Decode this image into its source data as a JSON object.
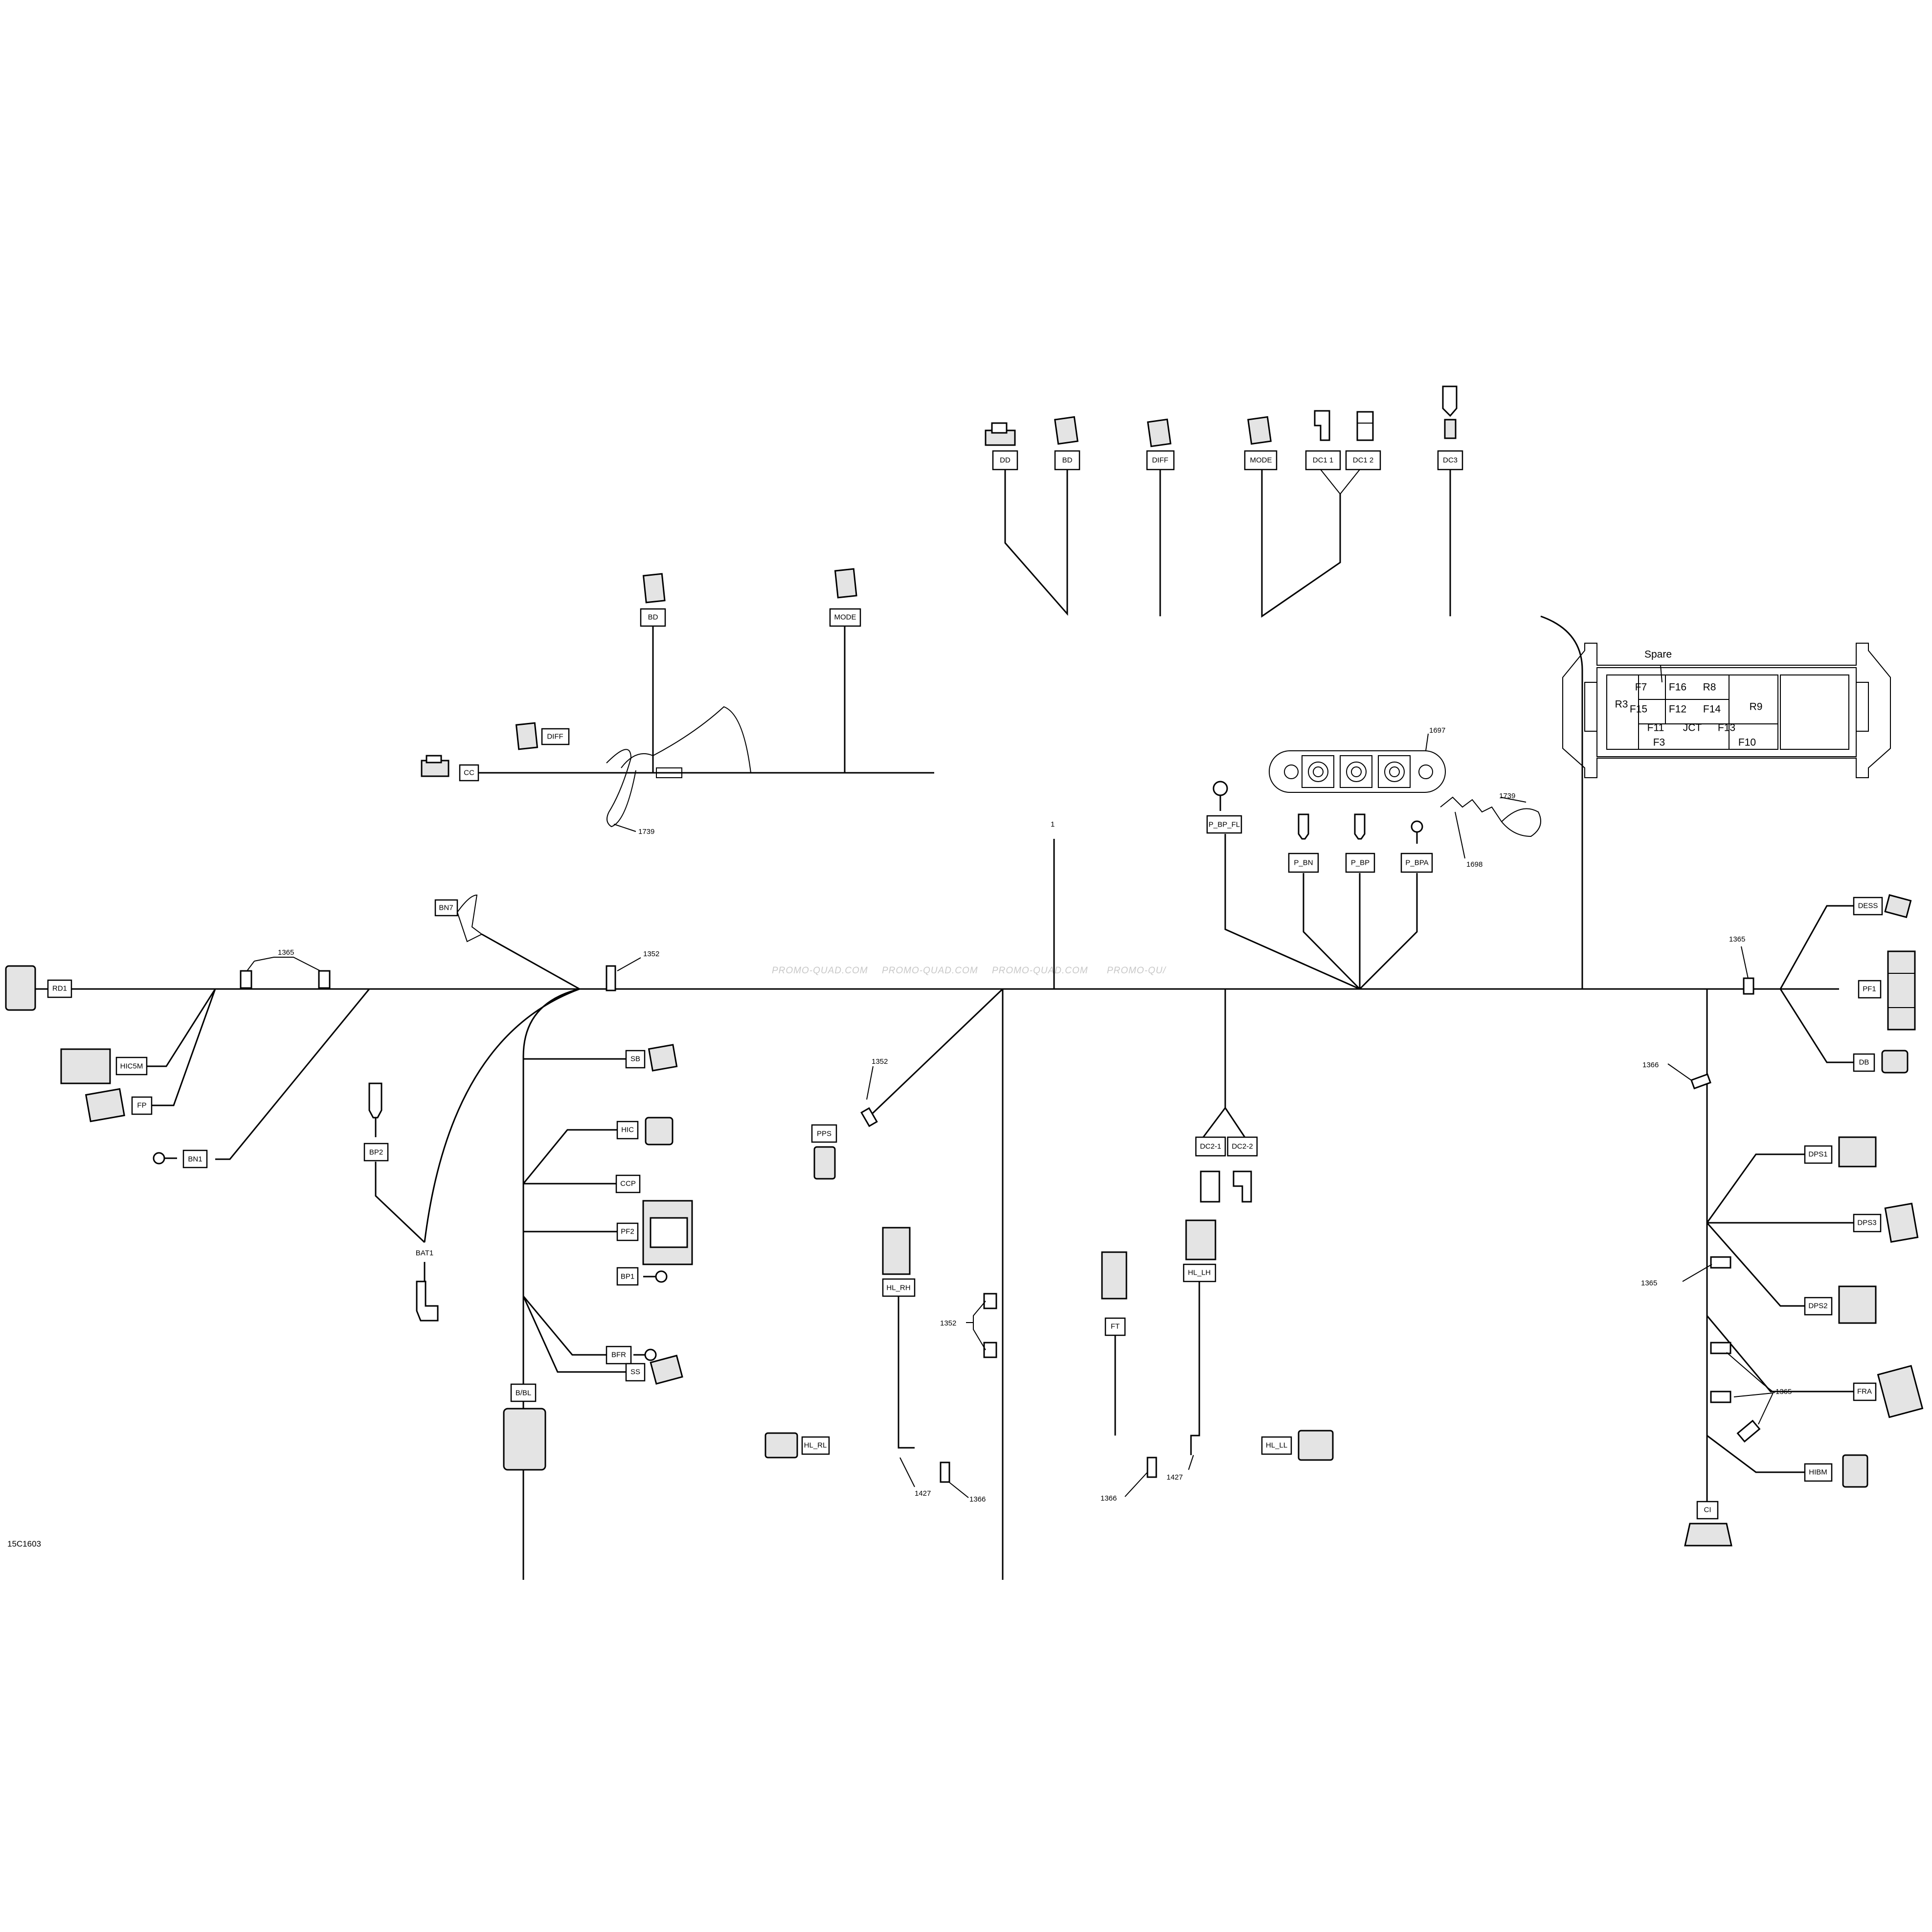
{
  "diagram_ref": "15C1603",
  "wire_number": "1",
  "watermark": [
    "PROMO-QUAD.COM",
    "PROMO-QUAD.COM",
    "PROMO-QUAD.COM",
    "PROMO-QU/"
  ],
  "fuse_box": {
    "spare_label": "Spare",
    "cells": [
      "F7",
      "F16",
      "R8",
      "R3",
      "F15",
      "F12",
      "F14",
      "R9",
      "F11",
      "JCT",
      "F13",
      "F3",
      "F10"
    ]
  },
  "connectors": {
    "dd": "DD",
    "bd_top": "BD",
    "diff_top": "DIFF",
    "mode_top": "MODE",
    "dc1_1": "DC1 1",
    "dc1_2": "DC1 2",
    "dc3": "DC3",
    "bd_mid": "BD",
    "mode_mid": "MODE",
    "diff_mid": "DIFF",
    "cc": "CC",
    "p_bp_fl": "P_BP_FL",
    "p_bn": "P_BN",
    "p_bp": "P_BP",
    "p_bpa": "P_BPA",
    "dess": "DESS",
    "pf1": "PF1",
    "db": "DB",
    "bn7": "BN7",
    "rd1": "RD1",
    "hic5m": "HIC5M",
    "fp": "FP",
    "bn1": "BN1",
    "bp2": "BP2",
    "bat1": "BAT1",
    "sb": "SB",
    "hic": "HIC",
    "ccp": "CCP",
    "pf2": "PF2",
    "bp1": "BP1",
    "bfr": "BFR",
    "ss": "SS",
    "b_bl": "B/BL",
    "pps": "PPS",
    "hl_rh": "HL_RH",
    "hl_rl": "HL_RL",
    "ft": "FT",
    "hl_lh": "HL_LH",
    "hl_ll": "HL_LL",
    "dc2_1": "DC2-1",
    "dc2_2": "DC2-2",
    "dps1": "DPS1",
    "dps3": "DPS3",
    "dps2": "DPS2",
    "fra": "FRA",
    "hibm": "HIBM",
    "ci": "CI"
  },
  "callouts": {
    "c1365_left": "1365",
    "c1352_top": "1352",
    "c1739_left": "1739",
    "c1697": "1697",
    "c1739_right": "1739",
    "c1698": "1698",
    "c1365_right": "1365",
    "c1366_right": "1366",
    "c1365_mid": "1365",
    "c1365_low": "1365",
    "c1352_pps": "1352",
    "c1352_mid": "1352",
    "c1427_a": "1427",
    "c1366_a": "1366",
    "c1366_b": "1366",
    "c1427_b": "1427"
  }
}
